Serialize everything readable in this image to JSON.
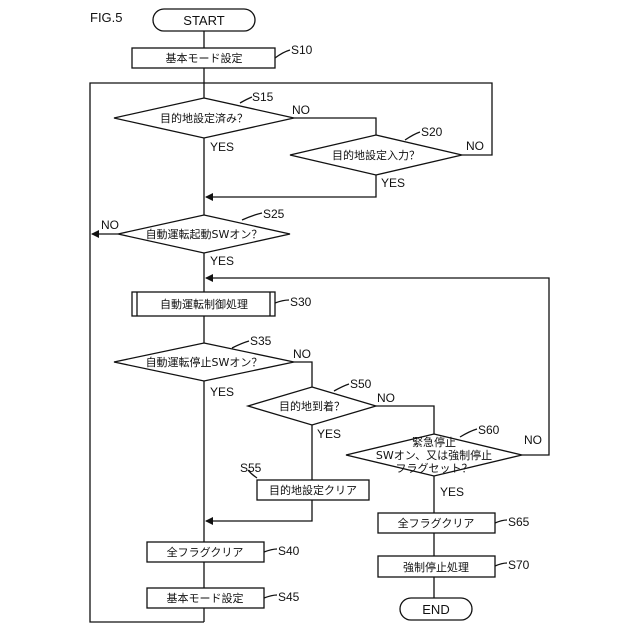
{
  "figure_label": "FIG.5",
  "terminals": {
    "start": "START",
    "end": "END"
  },
  "steps": {
    "s10": {
      "id": "S10",
      "text": "基本モード設定"
    },
    "s15": {
      "id": "S15",
      "text": "目的地設定済み？"
    },
    "s20": {
      "id": "S20",
      "text": "目的地設定入力？"
    },
    "s25": {
      "id": "S25",
      "text": "自動運転起動SWオン？"
    },
    "s30": {
      "id": "S30",
      "text": "自動運転制御処理"
    },
    "s35": {
      "id": "S35",
      "text": "自動運転停止SWオン？"
    },
    "s50": {
      "id": "S50",
      "text": "目的地到着？"
    },
    "s55": {
      "id": "S55",
      "text": "目的地設定クリア"
    },
    "s60": {
      "id": "S60",
      "lines": [
        "緊急停止",
        "SWオン、又は強制停止",
        "フラグセット？"
      ]
    },
    "s40": {
      "id": "S40",
      "text": "全フラグクリア"
    },
    "s45": {
      "id": "S45",
      "text": "基本モード設定"
    },
    "s65": {
      "id": "S65",
      "text": "全フラグクリア"
    },
    "s70": {
      "id": "S70",
      "text": "強制停止処理"
    }
  },
  "branch_labels": {
    "yes": "YES",
    "no": "NO"
  }
}
